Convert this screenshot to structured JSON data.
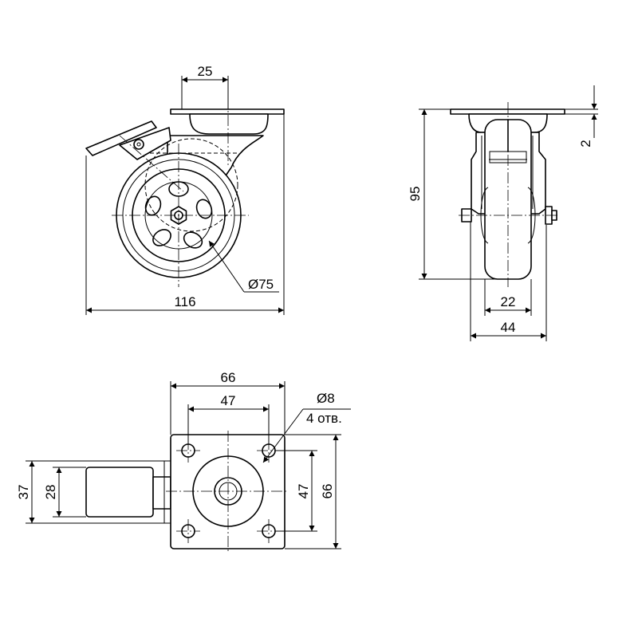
{
  "views": {
    "side": {
      "dims": {
        "offset": "25",
        "overall_width": "116",
        "wheel_diameter": "Ø75"
      }
    },
    "front": {
      "dims": {
        "plate_thickness": "2",
        "height": "95",
        "wheel_width": "22",
        "fork_width": "44"
      }
    },
    "top": {
      "dims": {
        "plate_width": "66",
        "hole_spacing_x": "47",
        "hole_diameter": "Ø8",
        "hole_count": "4 отв.",
        "brake_height": "37",
        "brake_inner": "28",
        "hole_spacing_y": "47",
        "plate_height": "66"
      }
    }
  }
}
